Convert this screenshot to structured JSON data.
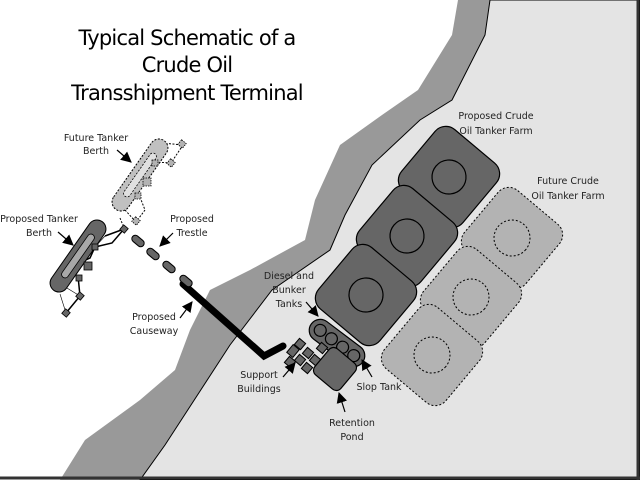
{
  "title": {
    "line1": "Typical Schematic of a",
    "line2": "Crude Oil",
    "line3": "Transshipment Terminal"
  },
  "labels": {
    "future_tanker_berth": [
      "Future Tanker",
      "Berth"
    ],
    "proposed_tanker_berth": [
      "Proposed Tanker",
      "Berth"
    ],
    "proposed_trestle": [
      "Proposed",
      "Trestle"
    ],
    "proposed_causeway": [
      "Proposed",
      "Causeway"
    ],
    "diesel_bunker_tanks": [
      "Diesel and",
      "Bunker",
      "Tanks"
    ],
    "support_buildings": [
      "Support",
      "Buildings"
    ],
    "slop_tank": [
      "Slop Tank"
    ],
    "retention_pond": [
      "Retention",
      "Pond"
    ],
    "proposed_crude_farm": [
      "Proposed Crude",
      "Oil Tanker Farm"
    ],
    "future_crude_farm": [
      "Future Crude",
      "Oil Tanker Farm"
    ]
  },
  "colors": {
    "water": "#ffffff",
    "shore_band": "#999999",
    "land": "#e4e4e4",
    "proposed_fill": "#666666",
    "future_fill": "#b3b3b3",
    "future_berth_fill": "#c0c0c0",
    "berth_inner": "#a8a8a8",
    "future_berth_inner": "#e0e0e0",
    "frame": "#333333"
  }
}
